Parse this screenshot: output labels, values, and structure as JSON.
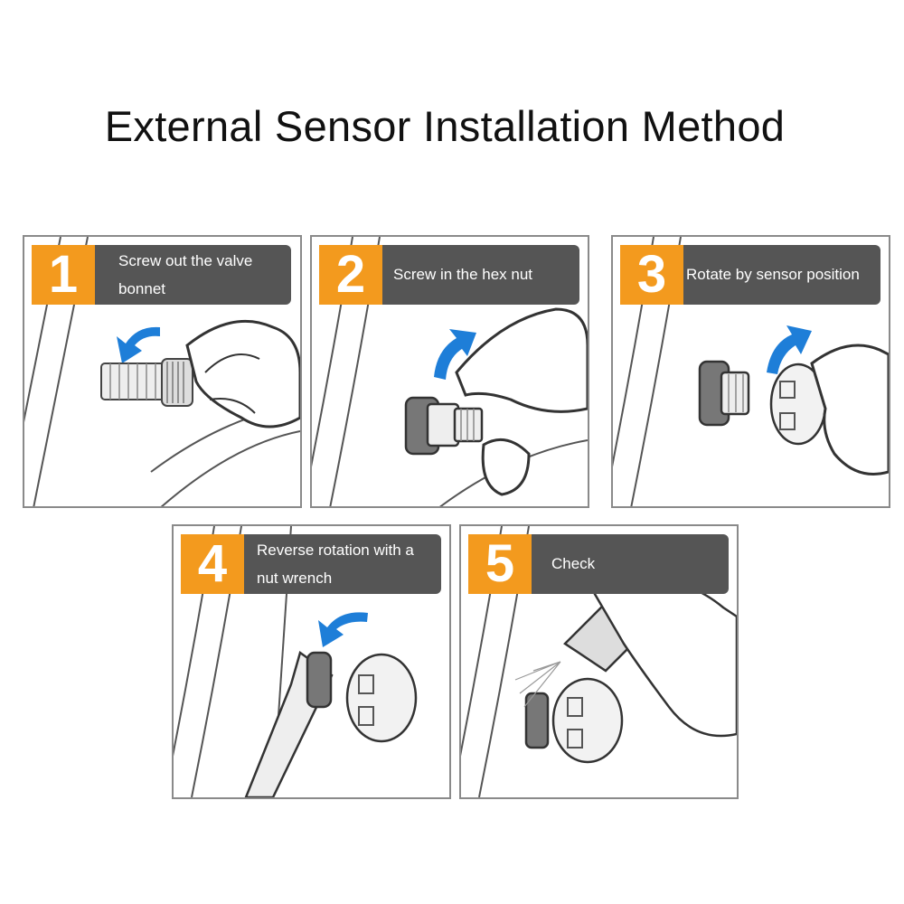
{
  "title": "External Sensor Installation Method",
  "colors": {
    "accent": "#f39a1e",
    "label_bg": "#555555",
    "arrow": "#1e7ed8"
  },
  "steps": [
    {
      "number": "1",
      "text": "Screw out the valve bonnet",
      "icon": "valve-bonnet-removal-illustration"
    },
    {
      "number": "2",
      "text": "Screw in the hex nut",
      "icon": "hex-nut-install-illustration"
    },
    {
      "number": "3",
      "text": "Rotate by sensor position",
      "icon": "sensor-rotate-illustration"
    },
    {
      "number": "4",
      "text": "Reverse rotation with a nut wrench",
      "icon": "nut-wrench-illustration"
    },
    {
      "number": "5",
      "text": "Check",
      "icon": "leak-check-spray-illustration"
    }
  ]
}
